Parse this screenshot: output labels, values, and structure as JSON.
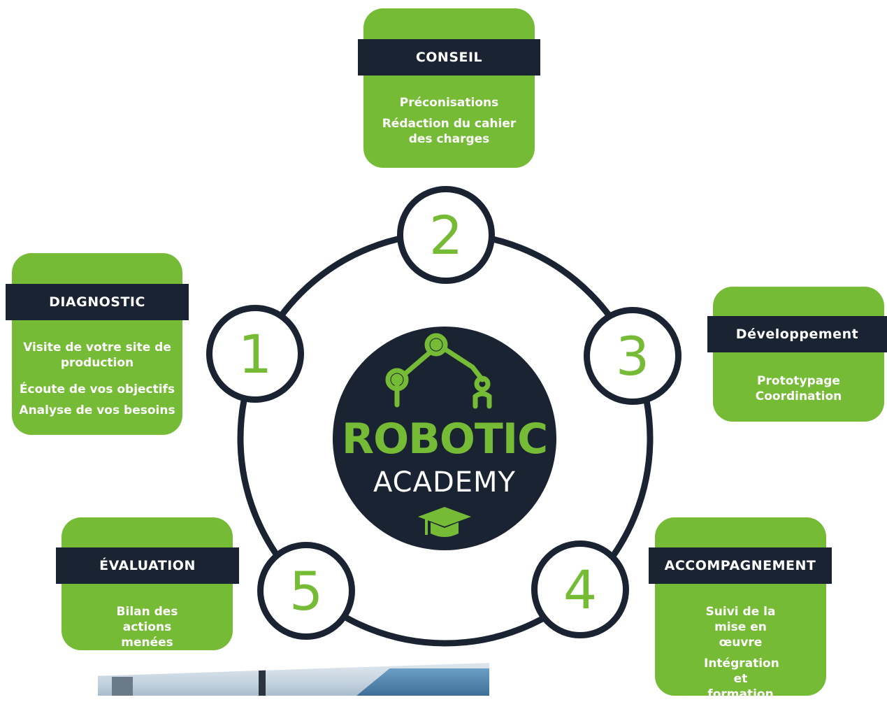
{
  "logo": {
    "line1": "ROBOTIC",
    "line2": "ACADEMY"
  },
  "steps": [
    {
      "number": "1",
      "title": "DIAGNOSTIC",
      "items": [
        "Visite de votre site de production",
        "Écoute de vos objectifs",
        "Analyse de vos besoins"
      ]
    },
    {
      "number": "2",
      "title": "CONSEIL",
      "items": [
        "Préconisations",
        "Rédaction du cahier des charges"
      ]
    },
    {
      "number": "3",
      "title": "Développement",
      "items": [
        "Prototypage",
        "Coordination"
      ]
    },
    {
      "number": "4",
      "title": "ACCOMPAGNEMENT",
      "items": [
        "Suivi de la mise en œuvre",
        "Intégration et formation"
      ]
    },
    {
      "number": "5",
      "title": "ÉVALUATION",
      "items": [
        "Bilan des actions menées"
      ]
    }
  ],
  "colors": {
    "green": "#75bb35",
    "navy": "#1a2332",
    "white": "#ffffff"
  },
  "icons": [
    "robot-arm-icon",
    "graduation-cap-icon"
  ]
}
